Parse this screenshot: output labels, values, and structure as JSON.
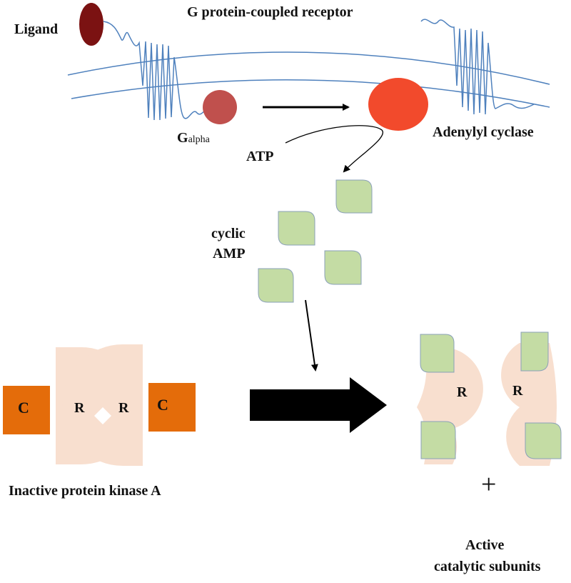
{
  "labels": {
    "ligand": "Ligand",
    "gpcr": "G protein-coupled receptor",
    "g_letter": "G",
    "g_sub": "alpha",
    "adenylyl_cyclase": "Adenylyl cyclase",
    "atp": "ATP",
    "camp_line1": "cyclic",
    "camp_line2": "AMP",
    "inactive_pka": "Inactive protein kinase A",
    "catalytic_c_left": "C",
    "catalytic_c_right": "C",
    "reg_r_left": "R",
    "reg_r_right": "R",
    "active_r_left": "R",
    "active_r_right": "R",
    "plus": "+",
    "active_line1": "Active",
    "active_line2": "catalytic subunits"
  },
  "colors": {
    "membrane": "#4f81bd",
    "ligand": "#7b1212",
    "g_alpha": "#c0504d",
    "adenylyl_cyclase": "#f24a2c",
    "camp_fill": "#c4dca4",
    "camp_stroke": "#8aa0b8",
    "regulatory": "#f8dfcf",
    "catalytic": "#e46c0a",
    "arrow": "#000000"
  }
}
